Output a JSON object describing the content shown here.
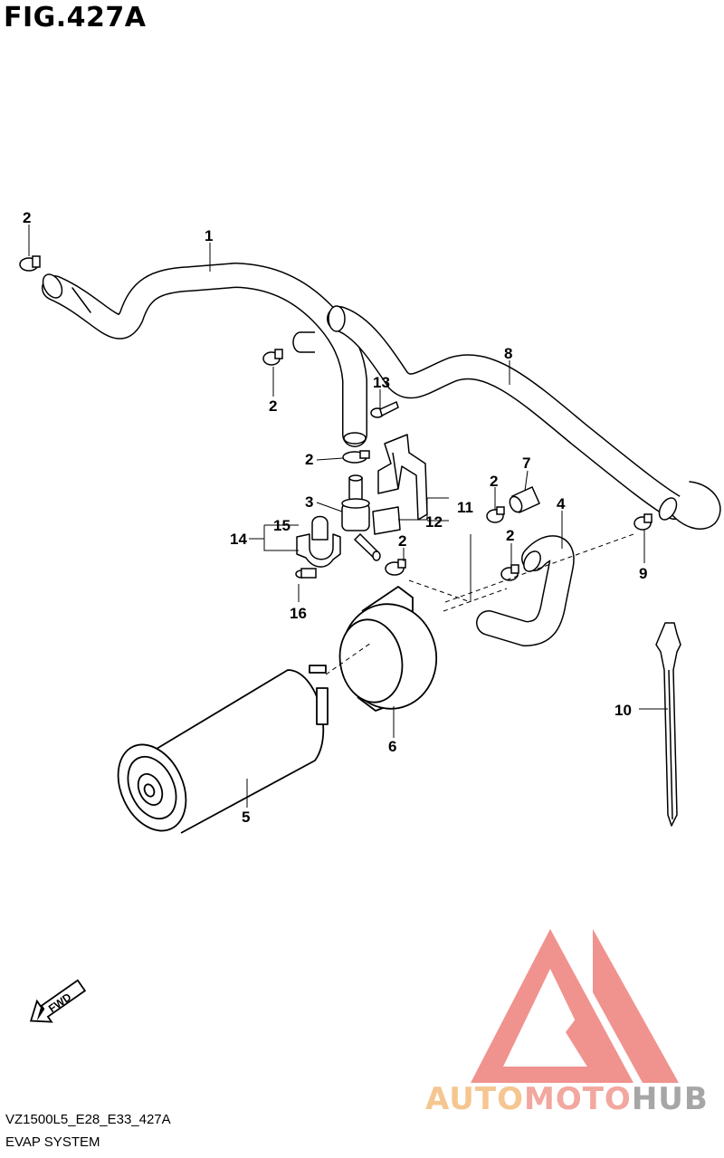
{
  "figure": {
    "title": "FIG.427A"
  },
  "footer": {
    "model_code": "VZ1500L5_E28_E33_427A",
    "system_name": "EVAP SYSTEM"
  },
  "fwd_label": "FWD",
  "watermark": {
    "part_a": "AUTO",
    "part_b": "MOTO",
    "part_c": "HUB",
    "colors": [
      "#f5c690",
      "#f2a79f",
      "#a6a6a6"
    ]
  },
  "callouts": {
    "c1": "1",
    "c2a": "2",
    "c2b": "2",
    "c2c": "2",
    "c2d": "2",
    "c2e": "2",
    "c2f": "2",
    "c3": "3",
    "c4": "4",
    "c5": "5",
    "c6": "6",
    "c7": "7",
    "c8": "8",
    "c9": "9",
    "c10": "10",
    "c11": "11",
    "c12": "12",
    "c13": "13",
    "c14": "14",
    "c15": "15",
    "c16": "16"
  }
}
